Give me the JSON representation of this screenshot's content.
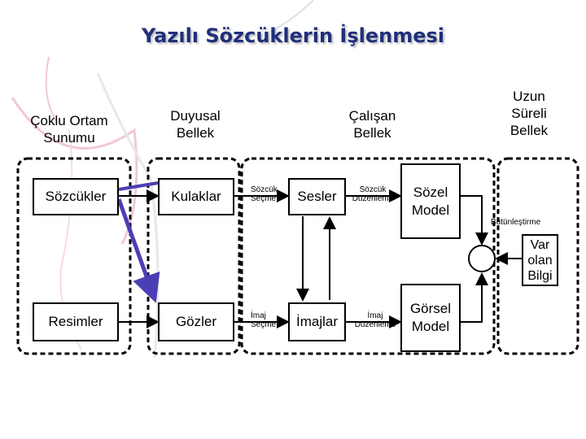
{
  "title": "Yazılı Sözcüklerin İşlenmesi",
  "headers": {
    "multimedia": "Çoklu Ortam Sunumu",
    "sensory": "Duyusal Bellek",
    "working": "Çalışan Bellek",
    "longterm": "Uzun Süreli Bellek"
  },
  "boxes": {
    "words": "Sözcükler",
    "pictures": "Resimler",
    "ears": "Kulaklar",
    "eyes": "Gözler",
    "sounds": "Sesler",
    "images": "İmajlar",
    "verbal_model": "Sözel Model",
    "pictorial_model": "Görsel Model"
  },
  "labels": {
    "select_words": "Sözcük Seçme",
    "select_images": "İmaj Seçme",
    "organize_words": "Sözcük Düzenleme",
    "organize_images": "İmaj Düzenleme",
    "integrate": "Bütünleştirme",
    "prior_knowledge": "Var olan Bilgi"
  },
  "colors": {
    "title": "#1f2f7a",
    "cross_arrow": "#4b3fb5",
    "decoration": "#f2c7d8"
  }
}
